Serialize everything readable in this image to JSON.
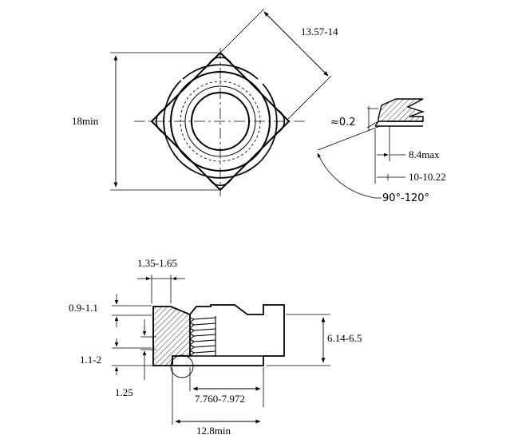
{
  "top_view": {
    "across_corners": "18min",
    "across_flats": "13.57-14"
  },
  "detail_view": {
    "radius": "≈0.2",
    "dim_a": "8.4max",
    "dim_b": "10-10.22",
    "angle": "90°-120°"
  },
  "side_view": {
    "flange_width": "1.35-1.65",
    "flange_thickness": "0.9-1.1",
    "lower_step": "1.1-2",
    "pilot": "1.25",
    "overall_height": "6.14-6.5",
    "thread_dia": "7.760-7.972",
    "base_length": "12.8min"
  }
}
